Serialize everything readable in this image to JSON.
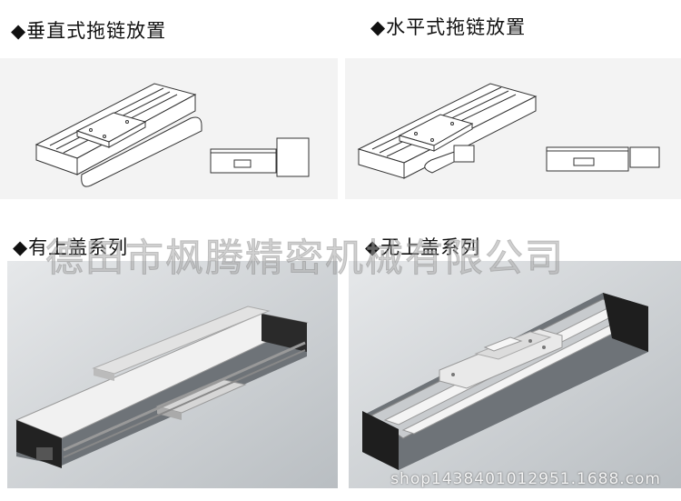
{
  "headings": {
    "top_left": "◆垂直式拖链放置",
    "top_right": "◆水平式拖链放置",
    "bottom_left": "◆有上盖系列",
    "bottom_right": "◆无上盖系列"
  },
  "watermark": "德田市枫腾精密机械有限公司",
  "shop_url": "shop1438401012951.1688.com"
}
